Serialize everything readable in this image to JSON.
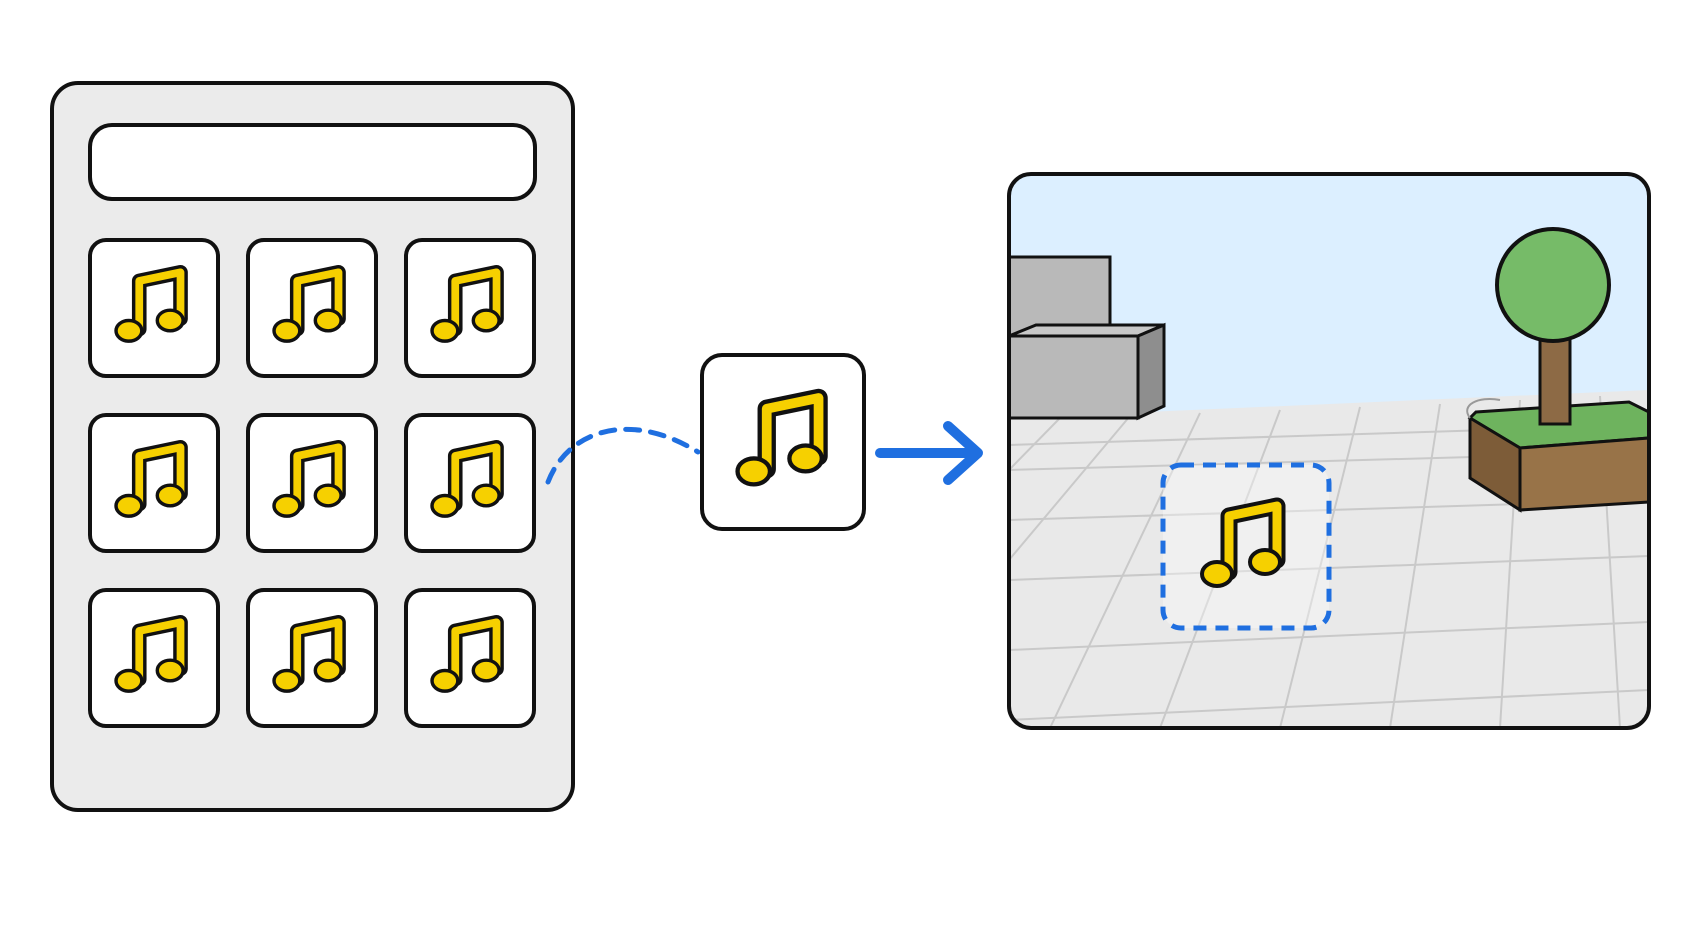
{
  "library": {
    "search_text": "",
    "item_icon": "music-note-icon",
    "rows": 3,
    "columns": 3
  },
  "dragged_item": {
    "icon": "music-note-icon"
  },
  "scene": {
    "placed_item_icon": "music-note-icon",
    "objects": [
      "gray-block-back",
      "gray-block-front",
      "tree",
      "grass-planter"
    ]
  },
  "colors": {
    "panel_bg": "#ebebeb",
    "outline": "#111111",
    "note_fill": "#f6d000",
    "accent_blue": "#1f6fe0",
    "sky": "#dcefff",
    "floor": "#e9e9e9",
    "grid_line": "#c9c9c9",
    "block_light": "#b9b9b9",
    "block_dark": "#8e8e8e",
    "tree_green": "#76bb68",
    "trunk_brown": "#8d6a45",
    "planter_brown": "#987348",
    "grass_green": "#6eb35e"
  }
}
